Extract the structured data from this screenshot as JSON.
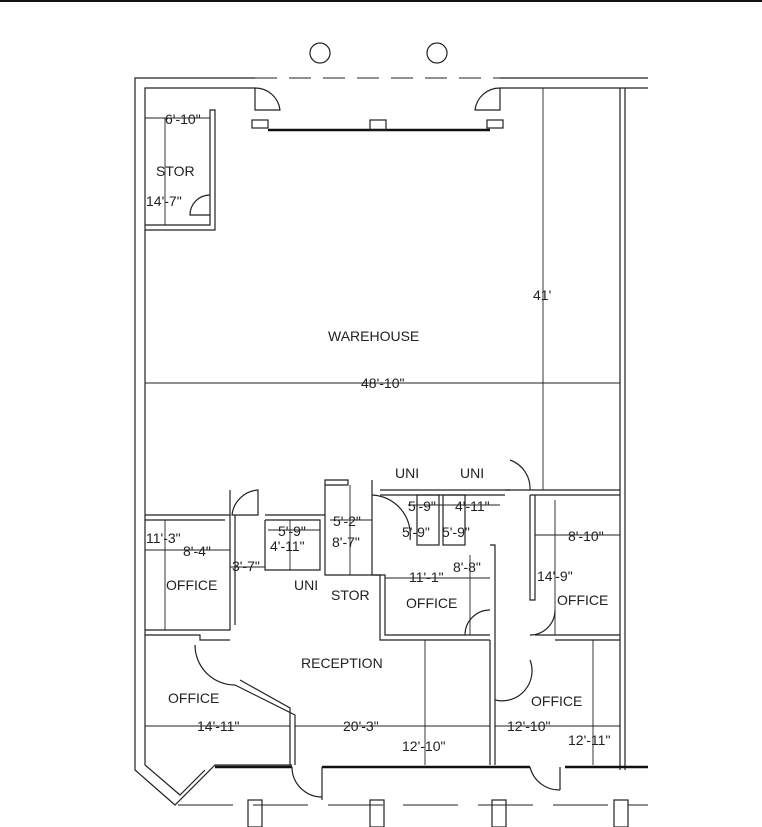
{
  "rooms": {
    "warehouse": "WAREHOUSE",
    "stor_top": "STOR",
    "stor_mid": "STOR",
    "office_left": "OFFICE",
    "office_mid": "OFFICE",
    "office_right": "OFFICE",
    "office_bottom_left": "OFFICE",
    "office_bottom_right": "OFFICE",
    "reception": "RECEPTION",
    "uni_1": "UNI",
    "uni_2": "UNI",
    "uni_3": "UNI"
  },
  "dimensions": {
    "stor_width": "6'-10\"",
    "stor_depth": "14'-7\"",
    "warehouse_depth": "41'",
    "warehouse_width": "48'-10\"",
    "office_left_depth": "11'-3\"",
    "office_left_width": "8'-4\"",
    "hall_width": "3'-7\"",
    "uni_left_width": "5'-9\"",
    "uni_left_depth": "4'-11\"",
    "stor_mid_width": "5'-2\"",
    "stor_mid_depth": "8'-7\"",
    "uni_a_width": "5'-9\"",
    "uni_b_width": "4'-11\"",
    "uni_a_depth": "5'-9\"",
    "uni_b_depth": "5'-9\"",
    "office_mid_width": "11'-1\"",
    "office_mid_depth": "8'-8\"",
    "office_right_width": "8'-10\"",
    "office_right_depth": "14'-9\"",
    "office_bl_width": "14'-11\"",
    "reception_width": "20'-3\"",
    "reception_depth": "12'-10\"",
    "office_br_width": "12'-10\"",
    "office_br_depth": "12'-11\""
  }
}
